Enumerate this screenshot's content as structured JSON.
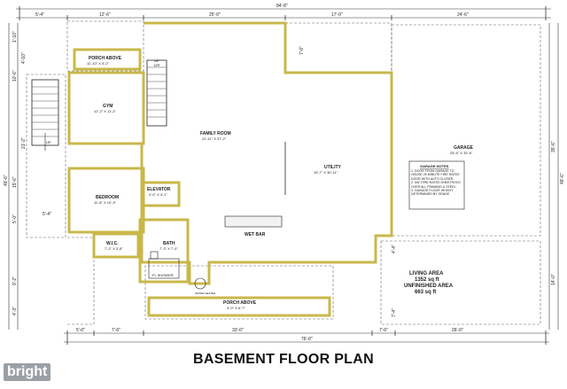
{
  "title": "BASEMENT FLOOR PLAN",
  "watermark": "bright",
  "dimensions": {
    "top": [
      "5'-4\"",
      "12'-6\"",
      "25'-0\"",
      "84'-8\"",
      "17'-0\"",
      "24'-6\""
    ],
    "bottom": [
      "5'-0\"",
      "7'-6\"",
      "33'-0\"",
      "76'-0\"",
      "7'-6\"",
      "26'-0\""
    ],
    "left": [
      "1'-10\"",
      "4'-10\"",
      "10'-6\"",
      "21'-2\"",
      "49'-6\"",
      "15'-6\"",
      "5'-0\"",
      "9'-2\"",
      "4'-3\""
    ],
    "right": [
      "35'-6\"",
      "49'-6\"",
      "14'-0\""
    ],
    "misc": [
      "5'-4\"",
      "7'-6\"",
      "4'-4\"",
      "7'-4\""
    ]
  },
  "rooms": {
    "porch_top": {
      "name": "PORCH ABOVE",
      "size": "11'-10\" X 4'-2\""
    },
    "gym": {
      "name": "GYM",
      "size": "12'-2\" X 11'-2\""
    },
    "family_room": {
      "name": "FAMILY ROOM",
      "size": "22'-11\" X 37'-2\""
    },
    "bedroom": {
      "name": "BEDROOM",
      "size": "11'-8\" X 10'-3\""
    },
    "elevator": {
      "name": "ELEVATOR",
      "size": "4'-0\" X 4'-1\""
    },
    "wic": {
      "name": "W.I.C.",
      "size": "7'-2\" X 3'-8\""
    },
    "bath": {
      "name": "BATH",
      "size": "7'-3\" X 7'-0\""
    },
    "utility": {
      "name": "UTILITY",
      "size": "15'-7\" X 30'-11\""
    },
    "garage": {
      "name": "GARAGE",
      "size": "25'-6\" X 33'-6\""
    },
    "wet_bar": {
      "name": "WET BAR"
    },
    "porch_bottom": {
      "name": "PORCH ABOVE",
      "size": "9'-0\" X 6'-7\""
    }
  },
  "stair_labels": {
    "up_left": "UP",
    "up_top": "UP",
    "up_top_sub": "12R"
  },
  "fixture_labels": {
    "shower": "FL SHOWER",
    "heater": "WATER HEATER"
  },
  "garage_notes": {
    "heading": "GARAGE NOTES",
    "items": [
      "1. DOOR FROM GARAGE TO HOUSE 20 MINUTE FIRE RATED DOOR WITH AUTO CLOSER.",
      "2. 5/8\" FIRE-RATED SHEETROCK OVER ALL FRAMING & STEEL.",
      "3. GARAGE FLOOR HEIGHT DETERMINED BY GRADE"
    ]
  },
  "areas": {
    "living_label": "LIVING AREA",
    "living_value": "1352 sq ft",
    "unfinished_label": "UNFINISHED AREA",
    "unfinished_value": "663 sq ft"
  }
}
